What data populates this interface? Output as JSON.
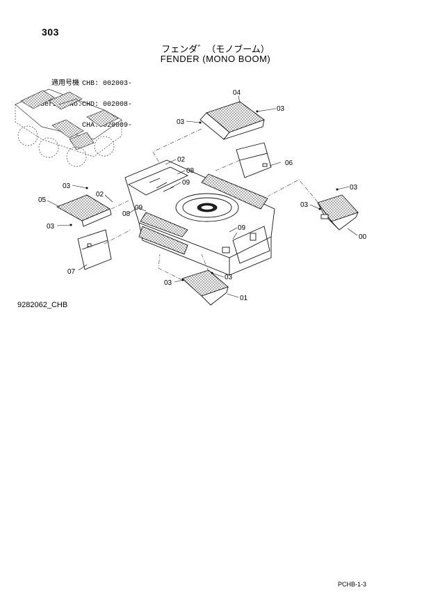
{
  "page_number": "303",
  "title_jp": "フェンダ゛（モノブーム）",
  "title_en": "FENDER (MONO BOOM)",
  "serial": {
    "rows": [
      {
        "label": "適用号機",
        "code": "CHB:",
        "value": "002003-"
      },
      {
        "label": "Serial No.",
        "code": "CHD:",
        "value": "002008-"
      },
      {
        "label": "",
        "code": "CHA:",
        "value": "020009-"
      }
    ]
  },
  "callouts": {
    "c04": "04",
    "c03a": "03",
    "c03b": "03",
    "c06": "06",
    "c02a": "02",
    "c08a": "08",
    "c09a": "09",
    "c03c": "03",
    "c02b": "02",
    "c05": "05",
    "c09b": "09",
    "c08b": "08",
    "c03d": "03",
    "c07": "07",
    "c03e": "03",
    "c03f": "03",
    "c00": "00",
    "c09c": "09",
    "c03g": "03",
    "c03h": "03",
    "c01": "01"
  },
  "drawing_id": "9282062_CHB",
  "page_ref": "PCHB-1-3"
}
